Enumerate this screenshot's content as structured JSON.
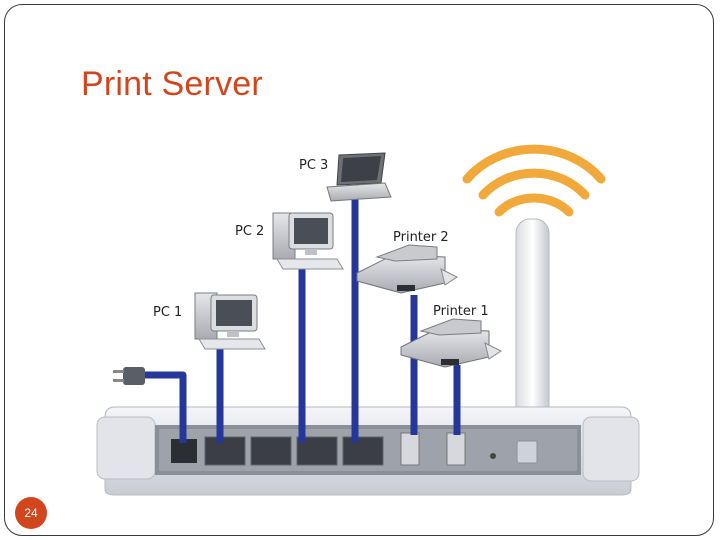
{
  "slide": {
    "title": "Print Server",
    "page_number": "24"
  },
  "diagram": {
    "labels": {
      "pc3": "PC 3",
      "pc2": "PC 2",
      "pc1": "PC 1",
      "printer2": "Printer 2",
      "printer1": "Printer 1"
    }
  },
  "colors": {
    "title": "#d2461e",
    "cable": "#25389a",
    "wifi_waves": "#f2a93b",
    "page_badge": "#d2461e"
  }
}
